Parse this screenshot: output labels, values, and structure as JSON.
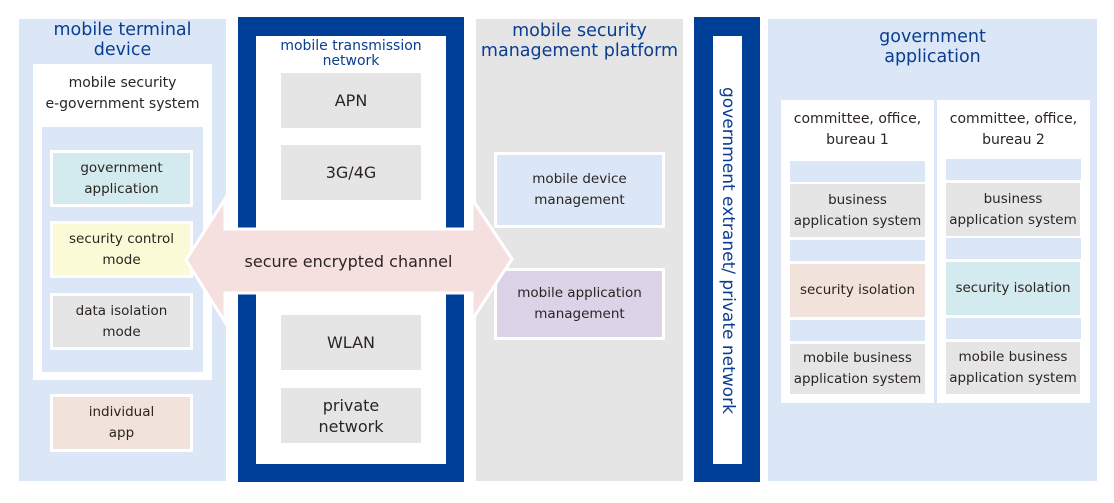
{
  "terminal": {
    "title": "mobile terminal\ndevice",
    "system_title": "mobile security\ne-government system",
    "modules": [
      {
        "label": "government\napplication"
      },
      {
        "label": "security control\nmode"
      },
      {
        "label": "data isolation\nmode"
      }
    ],
    "individual_app": "individual\napp"
  },
  "transmission": {
    "title": "mobile transmission\nnetwork",
    "items": [
      "APN",
      "3G/4G",
      "WLAN",
      "private\nnetwork"
    ]
  },
  "channel": {
    "label": "secure encrypted channel"
  },
  "platform": {
    "title": "mobile security\nmanagement platform",
    "items": [
      "mobile device\nmanagement",
      "mobile application\nmanagement"
    ]
  },
  "extranet": {
    "label": "government extranet/ private network"
  },
  "gov_app": {
    "title": "government\napplication",
    "bureaus": [
      {
        "title": "committee, office,\nbureau 1",
        "business": "business\napplication system",
        "isolation": "security isolation",
        "mobile_business": "mobile business\napplication system"
      },
      {
        "title": "committee, office,\nbureau 2",
        "business": "business\napplication system",
        "isolation": "security isolation",
        "mobile_business": "mobile business\napplication system"
      }
    ]
  },
  "colors": {
    "navy": "#003f98",
    "light_blue": "#dbe7f6",
    "gray": "#e5e5e5",
    "arrow_pink": "#f5e0df",
    "title_blue": "#0a3d91"
  }
}
